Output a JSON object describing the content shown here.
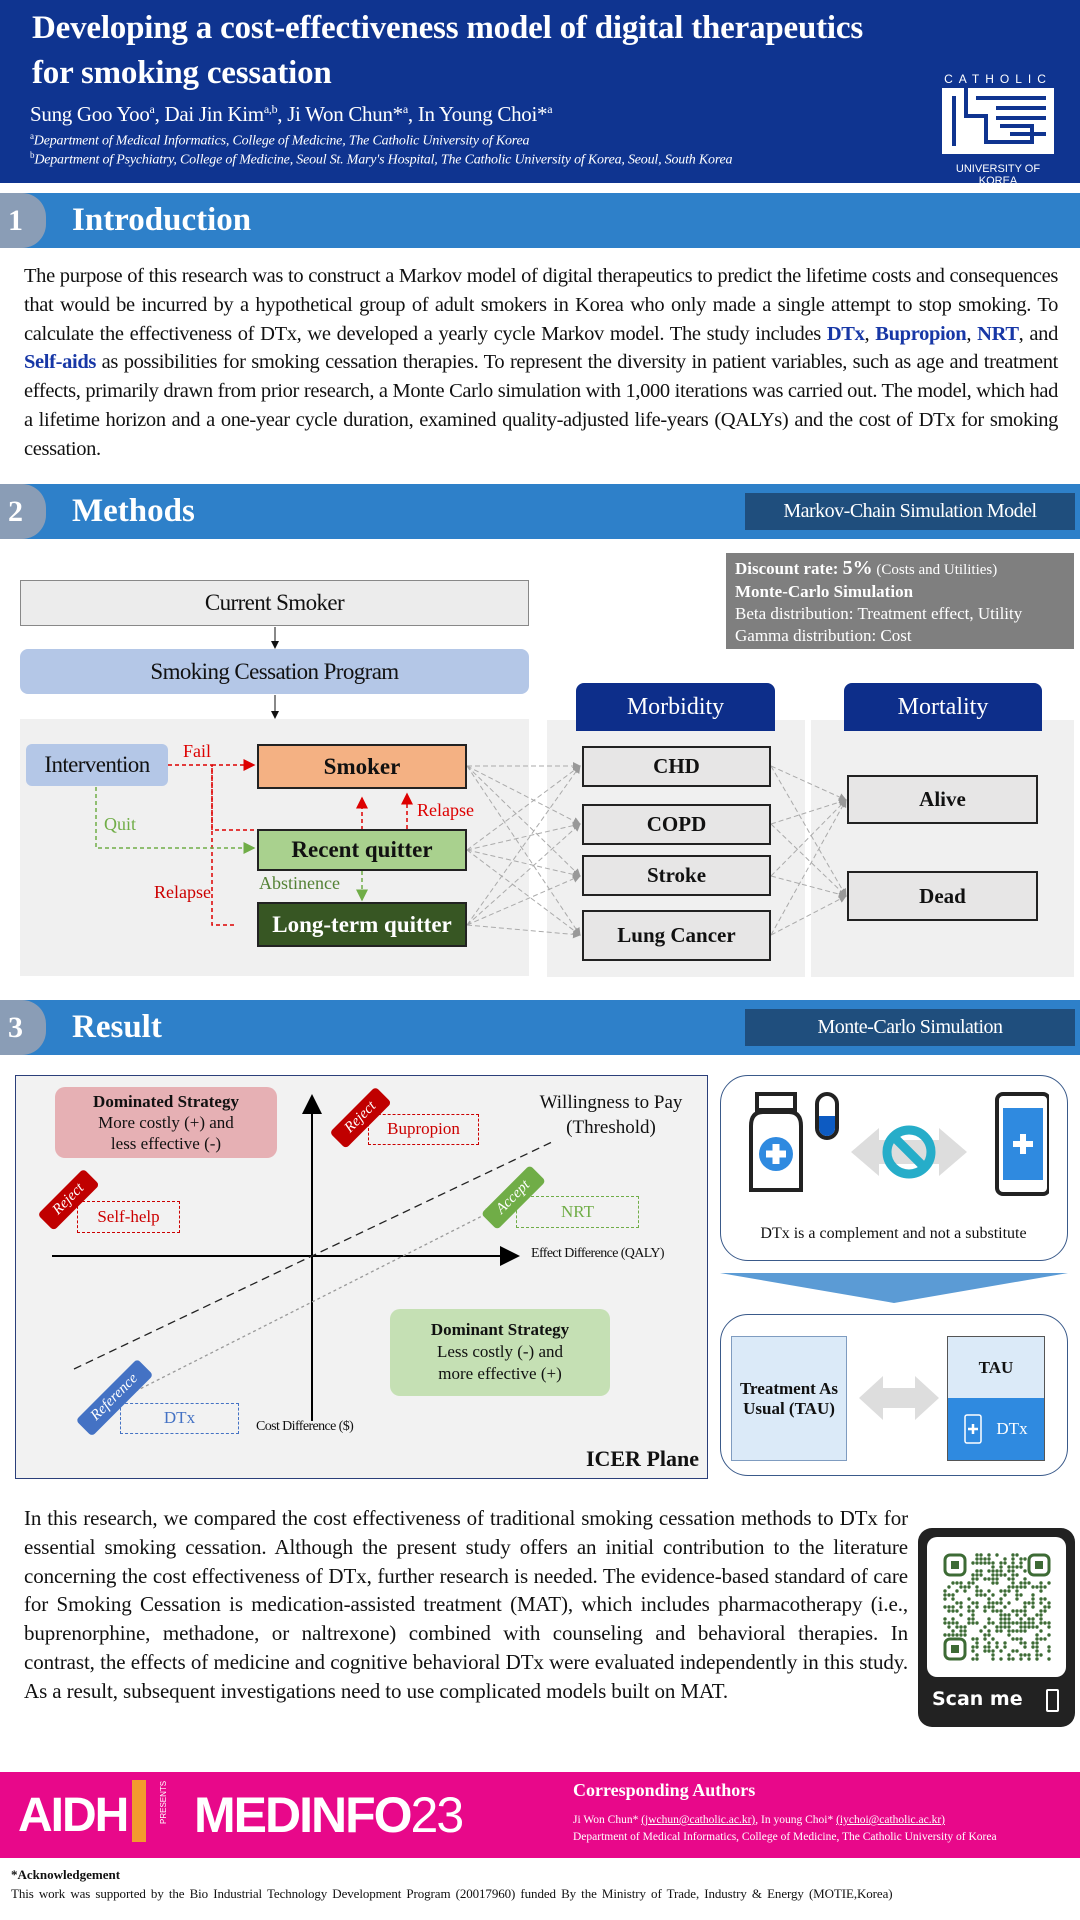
{
  "header": {
    "title_line1": "Developing a cost-effectiveness model of digital therapeutics",
    "title_line2": "for smoking  cessation",
    "authors": [
      {
        "name": "Sung Goo Yoo",
        "sup": "a"
      },
      {
        "name": "Dai Jin Kim",
        "sup": "a,b"
      },
      {
        "name": "Ji Won Chun*",
        "sup": "a"
      },
      {
        "name": "In Young Choi*",
        "sup": "a"
      }
    ],
    "affiliations": [
      {
        "sup": "a",
        "text": "Department of Medical Informatics, College of Medicine,  The Catholic University of Korea"
      },
      {
        "sup": "b",
        "text": "Department of Psychiatry, College of Medicine,  Seoul St. Mary's Hospital,  The Catholic University of Korea, Seoul,  South Korea"
      }
    ],
    "logo": {
      "top": "CATHOLIC",
      "bottom": "UNIVERSITY OF KOREA"
    }
  },
  "intro": {
    "number": "1",
    "title": "Introduction",
    "text_1": "The purpose of this research was to construct a Markov model of digital therapeutics to predict the lifetime costs and consequences that would be incurred by a hypothetical group of adult smokers in Korea who only made a single attempt to stop smoking.  To calculate the effectiveness of DTx, we developed a yearly cycle Markov model. The study includes ",
    "bold_1": "DTx",
    "sep_1": ", ",
    "bold_2": "Bupropion",
    "sep_2": ", ",
    "bold_3": "NRT",
    "sep_3": ", and ",
    "bold_4": "Self-aids",
    "text_2": " as possibilities for smoking cessation therapies. To represent the diversity in patient variables, such as age and treatment effects, primarily drawn from prior research, a Monte Carlo simulation with 1,000 iterations was carried out. The model, which had a lifetime horizon and a one-year cycle duration, examined quality-adjusted life-years (QALYs) and the cost of DTx for smoking cessation."
  },
  "methods": {
    "number": "2",
    "title": "Methods",
    "label": "Markov-Chain Simulation Model",
    "info": {
      "discount_label": "Discount rate: ",
      "discount_value": "5%",
      "discount_note": " (Costs and Utilities)",
      "mc_title": "Monte-Carlo Simulation",
      "beta": "Beta distribution: Treatment effect, Utility",
      "gamma": "Gamma  distribution: Cost"
    },
    "diagram": {
      "current_smoker": "Current Smoker",
      "program": "Smoking Cessation Program",
      "intervention": "Intervention",
      "smoker": "Smoker",
      "recent_quitter": "Recent quitter",
      "long_term_quitter": "Long-term quitter",
      "fail": "Fail",
      "quit": "Quit",
      "relapse_right": "Relapse",
      "abstinence": "Abstinence",
      "relapse_left": "Relapse",
      "morbidity": "Morbidity",
      "morbidity_states": [
        "CHD",
        "COPD",
        "Stroke",
        "Lung Cancer"
      ],
      "mortality": "Mortality",
      "mortality_states": [
        "Alive",
        "Dead"
      ]
    }
  },
  "result": {
    "number": "3",
    "title": "Result",
    "label": "Monte-Carlo Simulation",
    "icer": {
      "dominated_title": "Dominated Strategy",
      "dominated_l1": "More costly (+) and",
      "dominated_l2": "less effective (-)",
      "dominant_title": "Dominant Strategy",
      "dominant_l1": "Less costly (-) and",
      "dominant_l2": "more effective (+)",
      "wtp_l1": "Willingness  to Pay",
      "wtp_l2": "(Threshold)",
      "x_axis": "Effect  Difference  (QALY)",
      "y_axis": "Cost Difference  ($)",
      "points": [
        {
          "tag": "Reject",
          "name": "Bupropion"
        },
        {
          "tag": "Reject",
          "name": "Self-help"
        },
        {
          "tag": "Accept",
          "name": "NRT"
        },
        {
          "tag": "Reference",
          "name": "DTx"
        }
      ],
      "title": "ICER Plane"
    },
    "complement_caption": "DTx is a complement and not a substitute",
    "tau_box": "Treatment As Usual (TAU)",
    "tau_short": "TAU",
    "dtx_label": "DTx",
    "text": "In this research, we compared the cost effectiveness of traditional smoking cessation methods to DTx for essential smoking cessation. Although the present study offers an initial contribution to the literature concerning the cost effectiveness of DTx, further research is needed. The evidence-based standard of care for Smoking  Cessation is medication-assisted treatment (MAT), which includes pharmacotherapy (i.e., buprenorphine, methadone, or naltrexone) combined with counseling and behavioral therapies. In contrast, the effects of medicine and cognitive behavioral DTx were evaluated independently in this study. As a result, subsequent investigations need to use complicated models built on MAT.",
    "qr_label": "Scan me"
  },
  "footer": {
    "logo_aidh": "AIDH",
    "logo_presents": "PRESENTS",
    "logo_medinfo": "MEDINFO",
    "logo_year": "23",
    "corr_title": "Corresponding  Authors",
    "author1": "Ji Won Chun* ",
    "email1": "(jwchun@catholic.ac.kr)",
    "author2": ",    In young Choi* ",
    "email2": "(iychoi@catholic.ac.kr)",
    "dept": "Department of Medical Informatics, College of Medicine, The Catholic University of Korea"
  },
  "ack": {
    "title": "*Acknowledgement",
    "text": "This  work was supported by the Bio Industrial  Technology  Development  Program  (20017960) funded  By the Ministry  of Trade, Industry  & Energy  (MOTIE,Korea)"
  },
  "colors": {
    "header": "#0f3490",
    "section": "#2e80c9",
    "pink": "#e8088a",
    "smoker": "#f4b183",
    "recent": "#a9d18e",
    "longterm": "#375623"
  }
}
